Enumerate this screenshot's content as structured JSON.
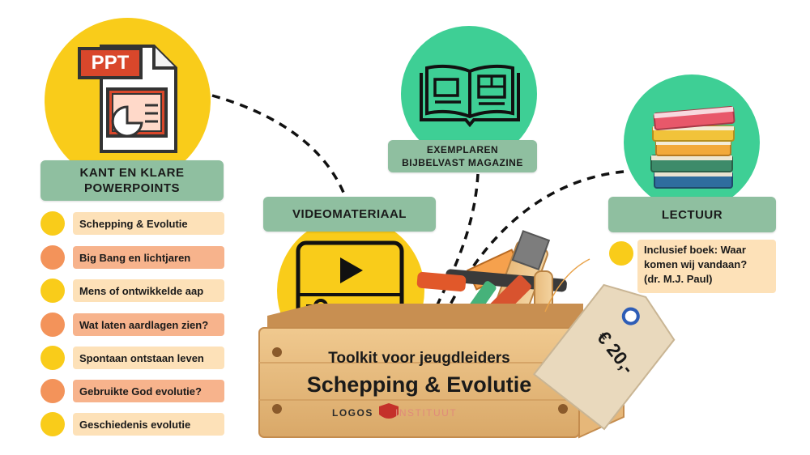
{
  "powerpoints": {
    "icon_text": "PPT",
    "label_line1": "KANT EN KLARE",
    "label_line2": "POWERPOINTS",
    "items": [
      {
        "text": "Schepping & Evolutie",
        "style": "peach"
      },
      {
        "text": "Big Bang en lichtjaren",
        "style": "orange"
      },
      {
        "text": "Mens of ontwikkelde aap",
        "style": "peach"
      },
      {
        "text": "Wat laten aardlagen zien?",
        "style": "orange"
      },
      {
        "text": "Spontaan ontstaan leven",
        "style": "peach"
      },
      {
        "text": "Gebruikte God evolutie?",
        "style": "orange"
      },
      {
        "text": "Geschiedenis evolutie",
        "style": "peach"
      }
    ]
  },
  "video": {
    "label": "VIDEOMATERIAAL"
  },
  "magazine": {
    "label_line1": "EXEMPLAREN",
    "label_line2": "BIJBELVAST MAGAZINE"
  },
  "lectuur": {
    "label": "LECTUUR",
    "item_line1": "Inclusief boek: Waar",
    "item_line2": "komen wij vandaan?",
    "item_line3": "(dr. M.J. Paul)"
  },
  "toolbox": {
    "line1": "Toolkit voor jeugdleiders",
    "line2": "Schepping & Evolutie",
    "brand_part1": "LOGOS",
    "brand_part2": "INSTITUUT"
  },
  "price_tag": {
    "price": "€ 20,-"
  },
  "colors": {
    "yellow": "#f9cc1a",
    "green_circle": "#3ecf95",
    "label_green": "#8fbfa0",
    "pill_peach": "#fde1b8",
    "pill_orange": "#f7b38c",
    "dot_orange": "#f3935a",
    "ppt_red": "#d9472b"
  }
}
